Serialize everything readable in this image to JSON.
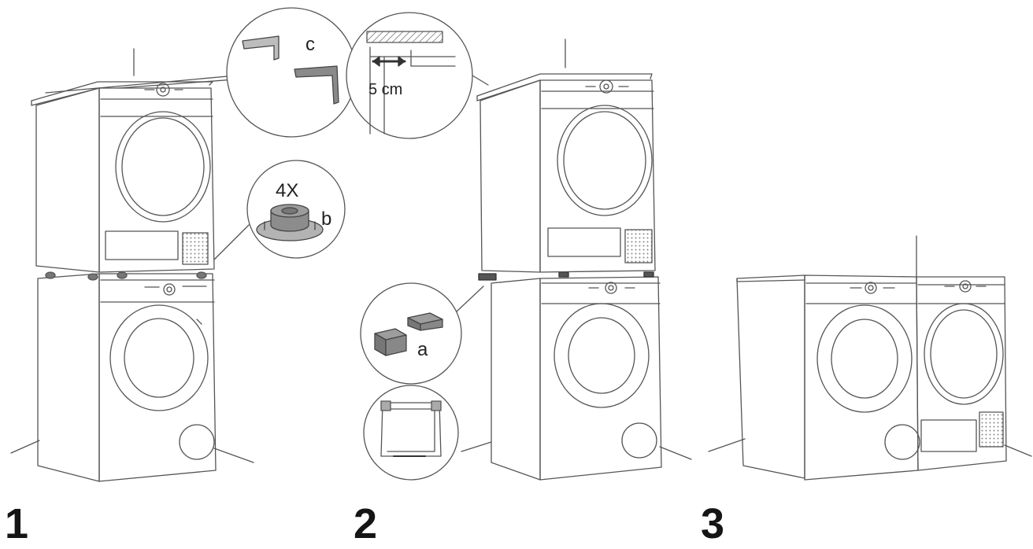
{
  "steps": {
    "one": "1",
    "two": "2",
    "three": "3"
  },
  "callouts": {
    "brackets_part": "c",
    "gap_measure": "5 cm",
    "feet_quantity": "4X",
    "feet_part": "b",
    "clips_part": "a"
  },
  "colors": {
    "line": "#555555",
    "part_fill": "#b7b7b7",
    "part_dark": "#666666"
  }
}
